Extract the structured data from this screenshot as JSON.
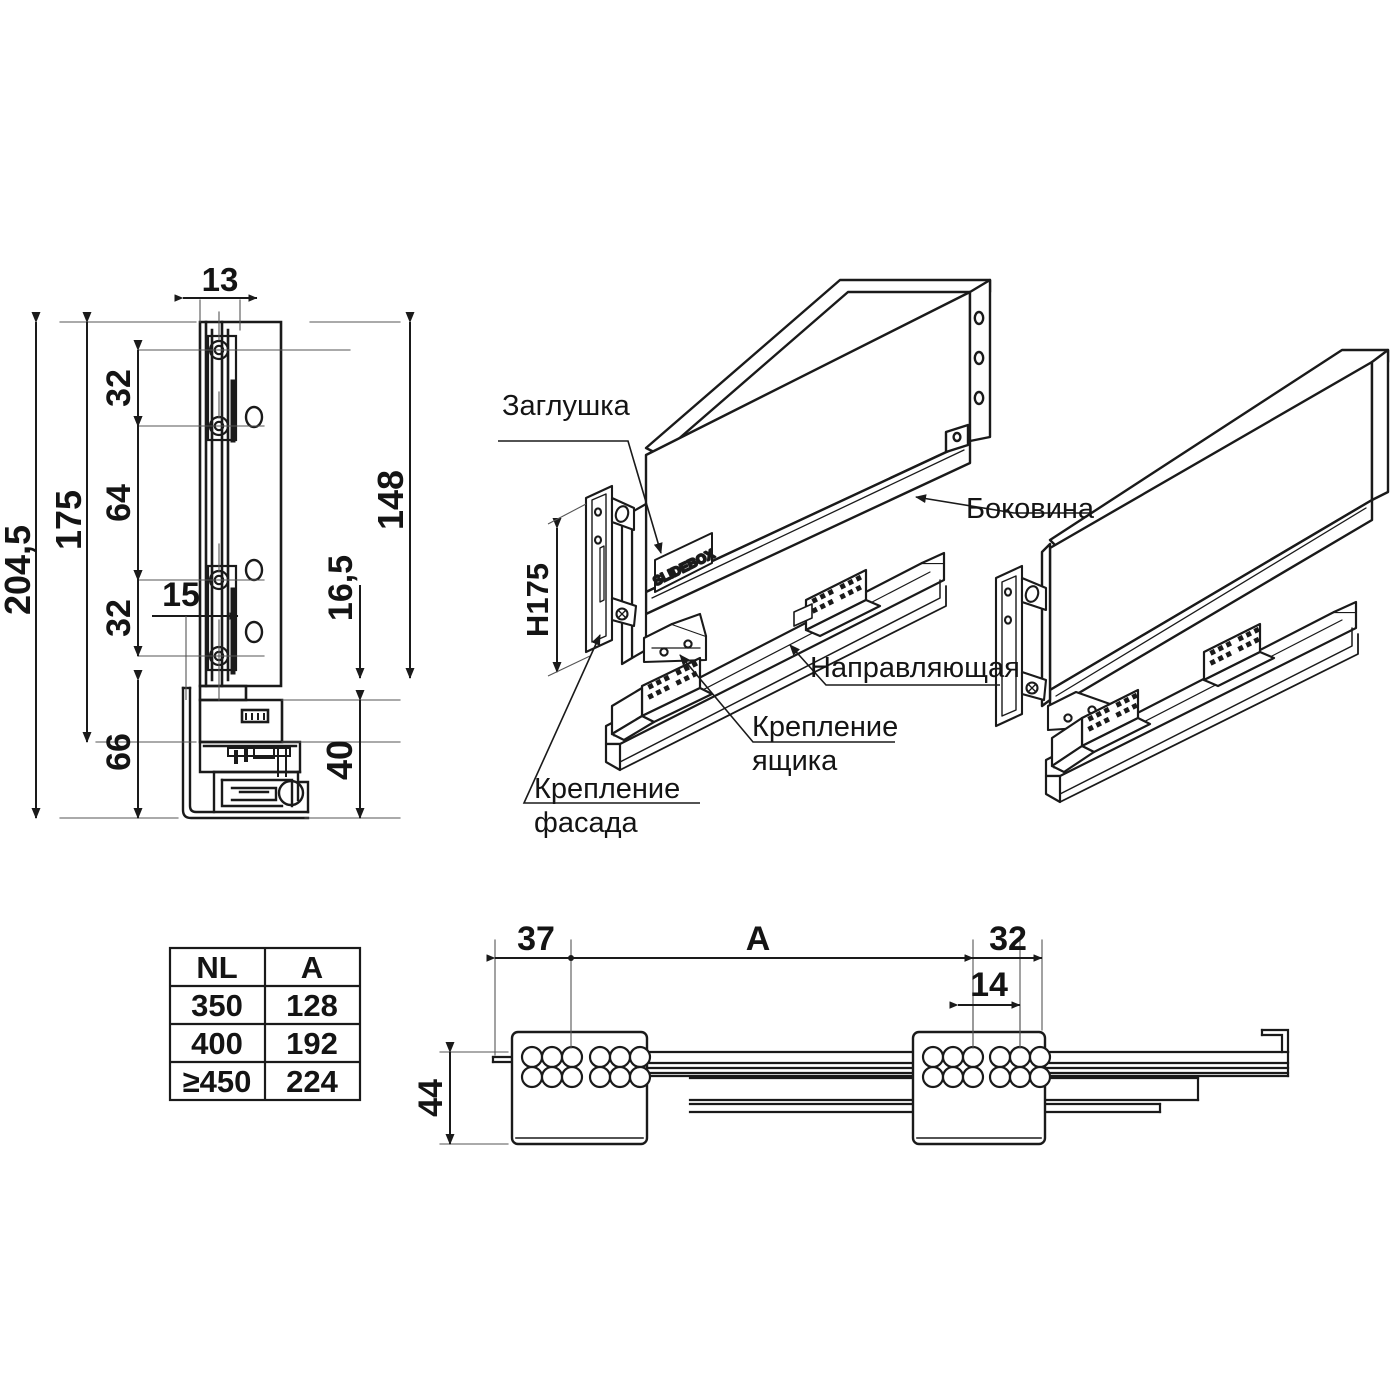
{
  "drawing": {
    "title": "SLIDEBOX drawer system technical drawing",
    "brand_logo": "SLIDEBOX",
    "line_color": "#1a1a1a",
    "background": "#ffffff"
  },
  "section_view": {
    "name": "left-cross-section",
    "dimensions": {
      "overall_height": "204,5",
      "rail_height": "175",
      "front_height": "148",
      "top_width": "13",
      "hole_pitch_top": "32",
      "hole_gap_middle": "64",
      "hole_pitch_bottom": "32",
      "offset_15": "15",
      "bottom_block": "66",
      "rail_offset": "16,5",
      "base_height": "40"
    }
  },
  "exploded_view": {
    "name": "exploded-assembly",
    "labels": {
      "cap": "Заглушка",
      "side_panel": "Боковина",
      "runner": "Направляющая",
      "drawer_bracket_line1": "Крепление",
      "drawer_bracket_line2": "ящика",
      "front_bracket_line1": "Крепление",
      "front_bracket_line2": "фасада",
      "height_dim": "H175"
    }
  },
  "spec_table": {
    "name": "nl-a-table",
    "headers": [
      "NL",
      "A"
    ],
    "rows": [
      [
        "350",
        "128"
      ],
      [
        "400",
        "192"
      ],
      [
        "≥450",
        "224"
      ]
    ]
  },
  "rail_plan_view": {
    "name": "bottom-rail-plan",
    "dimensions": {
      "front_offset": "37",
      "span": "A",
      "rear_offset": "32",
      "bracket_pitch": "14",
      "rail_height": "44"
    }
  }
}
